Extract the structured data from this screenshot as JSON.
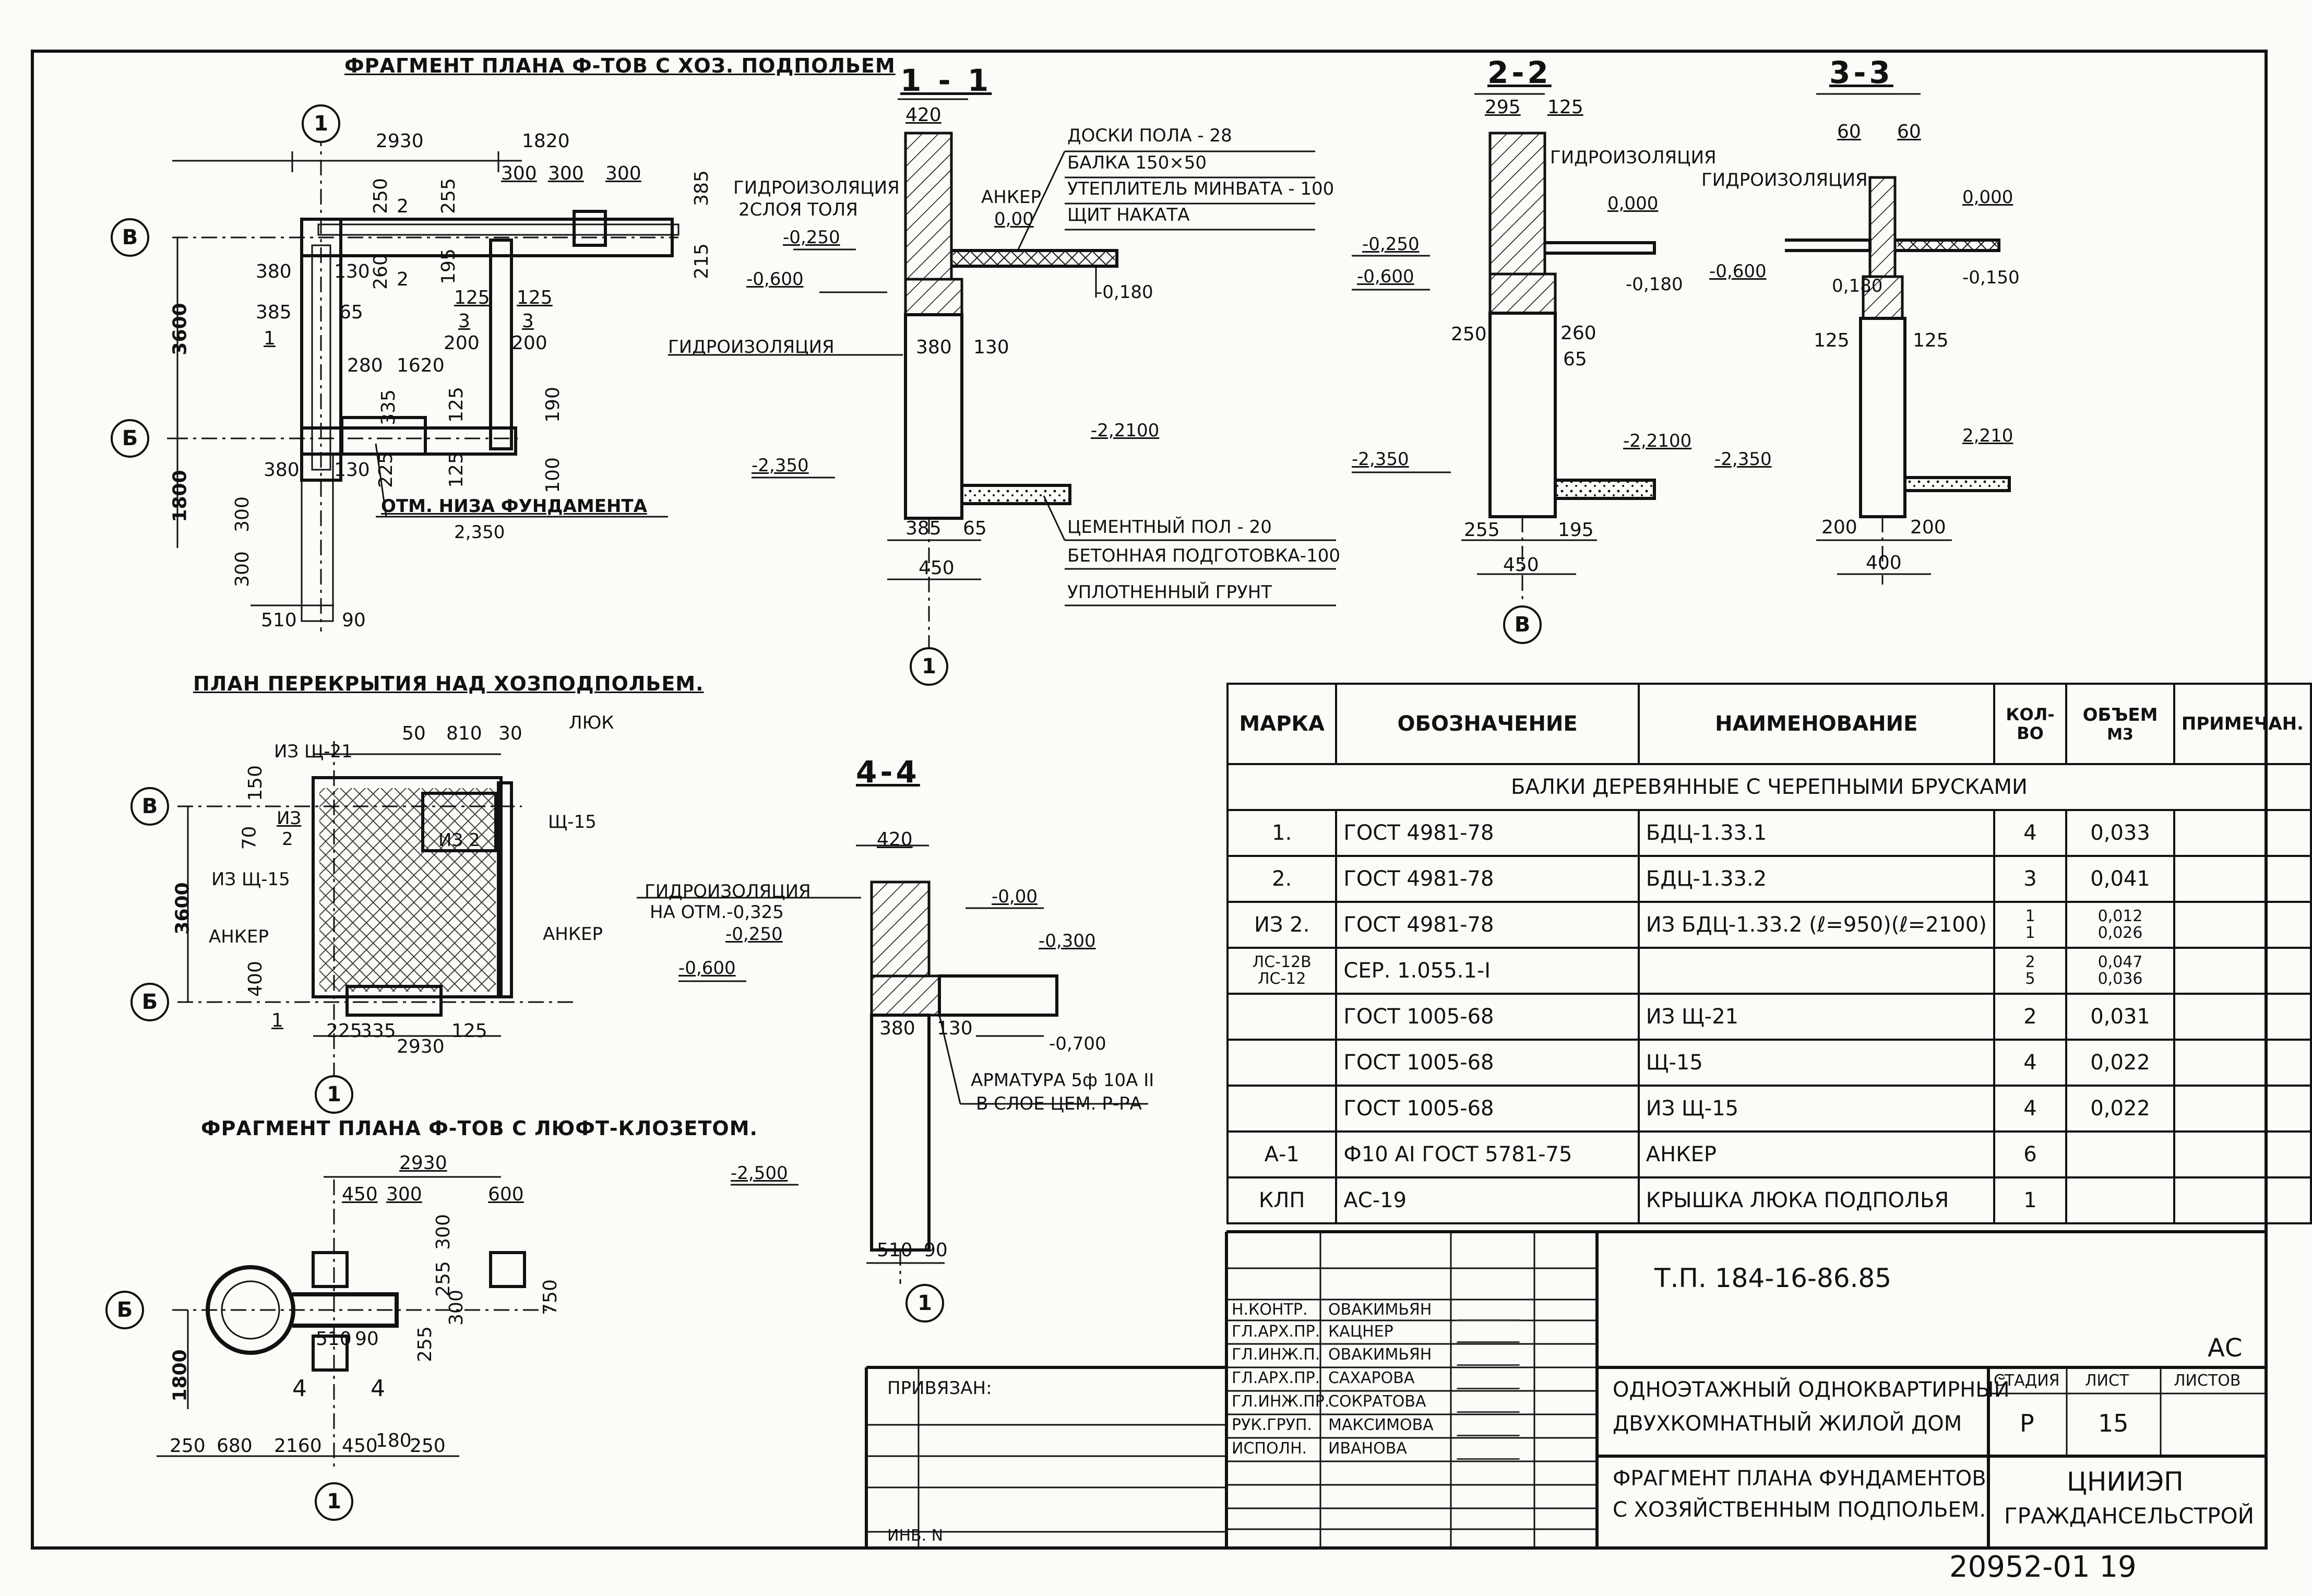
{
  "sheet_number": "20952-01 19",
  "plan1": {
    "title": "ФРАГМЕНТ ПЛАНА Ф-ТОВ С ХОЗ. ПОДПОЛЬЕМ",
    "axis_1": "1",
    "axis_v": "В",
    "axis_b": "Б",
    "dims": [
      "2930",
      "1820",
      "300",
      "300",
      "300",
      "385",
      "215",
      "250",
      "255",
      "260",
      "195",
      "130",
      "380",
      "385",
      "65",
      "1",
      "125",
      "3",
      "200",
      "125",
      "3",
      "200",
      "280",
      "1620",
      "125",
      "190",
      "100",
      "335",
      "130",
      "225",
      "125",
      "380",
      "300",
      "300",
      "510",
      "90",
      "3600",
      "1800",
      "2",
      "2"
    ],
    "note_label": "ОТМ. НИЗА ФУНДАМЕНТА",
    "note_value": "2,350"
  },
  "sec11": {
    "title": "1 - 1",
    "labels": {
      "top_width": "420",
      "floor": "ДОСКИ ПОЛА - 28",
      "beam": "БАЛКА 150×50",
      "insul": "УТЕПЛИТЕЛЬ МИНВАТА - 100",
      "shield": "ЩИТ НАКАТА",
      "waterproof": "ГИДРОИЗОЛЯЦИЯ",
      "waterproof_sub": "2СЛОЯ ТОЛЯ",
      "anchor": "АНКЕР",
      "lvl_000": "0,00",
      "lvl_0250": "-0,250",
      "lvl_0600": "-0,600",
      "lvl_0180": "-0,180",
      "waterproof2": "ГИДРОИЗОЛЯЦИЯ",
      "d380": "380",
      "d130": "130",
      "lvl_22100": "-2,2100",
      "lvl_2350": "-2,350",
      "cement": "ЦЕМЕНТНЫЙ ПОЛ - 20",
      "concrete": "БЕТОННАЯ ПОДГОТОВКА-100",
      "soil": "УПЛОТНЕННЫЙ ГРУНТ",
      "d385": "385",
      "d65": "65",
      "d450": "450",
      "axis": "1"
    }
  },
  "sec22": {
    "title": "2-2",
    "labels": {
      "d295": "295",
      "d125": "125",
      "waterproof": "ГИДРОИЗОЛЯЦИЯ",
      "lvl_000": "0,000",
      "lvl_0250": "-0,250",
      "lvl_0600": "-0,600",
      "lvl_0180": "-0,180",
      "d250": "250",
      "d260": "260",
      "d65": "65",
      "lvl_22100": "-2,2100",
      "lvl_2350": "-2,350",
      "d255": "255",
      "d195": "195",
      "d450": "450",
      "axis": "В"
    }
  },
  "sec33": {
    "title": "3-3",
    "labels": {
      "d60a": "60",
      "d60b": "60",
      "waterproof": "ГИДРОИЗОЛЯЦИЯ",
      "lvl_000": "0,000",
      "lvl_0600": "-0,600",
      "lvl_0180": "0,180",
      "lvl_0150": "-0,150",
      "d125a": "125",
      "d125b": "125",
      "lvl_2350": "-2,350",
      "lvl_2210": "2,210",
      "d200a": "200",
      "d200b": "200",
      "d400": "400"
    }
  },
  "plan2": {
    "title": "ПЛАН ПЕРЕКРЫТИЯ НАД ХОЗПОДПОЛЬЕМ.",
    "labels": {
      "iz21": "ИЗ Щ-21",
      "d50": "50",
      "d810": "810",
      "d30": "30",
      "luk": "ЛЮК",
      "iz3a": "ИЗ",
      "iz3b": "2",
      "iz32": "ИЗ 2",
      "sch15": "Щ-15",
      "iz15": "ИЗ Щ-15",
      "anchor_l": "АНКЕР",
      "anchor_r": "АНКЕР",
      "d150": "150",
      "d70": "70",
      "d400": "400",
      "d3600": "3600",
      "d225": "225",
      "d335": "335",
      "d2930": "2930",
      "d125": "125",
      "one": "1",
      "axis_1": "1",
      "axis_v": "В",
      "axis_b": "Б"
    }
  },
  "sec44": {
    "title": "4-4",
    "labels": {
      "top_width": "420",
      "waterproof": "ГИДРОИЗОЛЯЦИЯ",
      "waterproof_sub": "НА ОТМ.-0,325",
      "lvl_000": "-0,00",
      "lvl_0250": "-0,250",
      "lvl_0300": "-0,300",
      "lvl_0600": "-0,600",
      "lvl_0700": "-0,700",
      "d380": "380",
      "d130": "130",
      "rebar": "АРМАТУРА 5ф 10А II",
      "rebar_sub": "В СЛОЕ ЦЕМ. Р-РА",
      "lvl_2500": "-2,500",
      "d510": "510",
      "d90": "90",
      "axis": "1"
    }
  },
  "plan3": {
    "title": "ФРАГМЕНТ ПЛАНА Ф-ТОВ С ЛЮФТ-КЛОЗЕТОМ.",
    "labels": {
      "d2930": "2930",
      "d450": "450",
      "d300": "300",
      "d600": "600",
      "d300v": "300",
      "d255": "255",
      "d300b": "300",
      "d750": "750",
      "d255b": "255",
      "d510": "510",
      "d90": "90",
      "d1800": "1800",
      "cut4a": "4",
      "cut4b": "4",
      "bottom": [
        "250",
        "680",
        "2160",
        "450",
        "180",
        "250"
      ],
      "axis_b": "Б",
      "axis_1": "1"
    }
  },
  "spec": {
    "headers": {
      "mark": "МАРКА",
      "desig": "ОБОЗНАЧЕНИЕ",
      "name": "НАИМЕНОВАНИЕ",
      "qty": "КОЛ-ВО",
      "vol": "ОБЪЕМ",
      "vol_unit": "М3",
      "note": "ПРИМЕЧАН."
    },
    "group": "БАЛКИ ДЕРЕВЯННЫЕ С ЧЕРЕПНЫМИ БРУСКАМИ",
    "rows": [
      {
        "mark": "1.",
        "desig": "ГОСТ 4981-78",
        "name": "БДЦ-1.33.1",
        "qty": "4",
        "vol": "0,033",
        "note": ""
      },
      {
        "mark": "2.",
        "desig": "ГОСТ 4981-78",
        "name": "БДЦ-1.33.2",
        "qty": "3",
        "vol": "0,041",
        "note": ""
      },
      {
        "mark": "ИЗ 2.",
        "desig": "ГОСТ 4981-78",
        "name": "ИЗ БДЦ-1.33.2 (ℓ=950)(ℓ=2100)",
        "qty": "1\n1",
        "vol": "0,012\n0,026",
        "note": ""
      },
      {
        "mark": "ЛС-12В\nЛС-12",
        "desig": "СЕР. 1.055.1-I",
        "name": "",
        "qty": "2\n5",
        "vol": "0,047\n0,036",
        "note": ""
      },
      {
        "mark": "",
        "desig": "ГОСТ 1005-68",
        "name": "ИЗ Щ-21",
        "qty": "2",
        "vol": "0,031",
        "note": ""
      },
      {
        "mark": "",
        "desig": "ГОСТ 1005-68",
        "name": "Щ-15",
        "qty": "4",
        "vol": "0,022",
        "note": ""
      },
      {
        "mark": "",
        "desig": "ГОСТ 1005-68",
        "name": "ИЗ Щ-15",
        "qty": "4",
        "vol": "0,022",
        "note": ""
      },
      {
        "mark": "А-1",
        "desig": "Ф10 АI ГОСТ 5781-75",
        "name": "АНКЕР",
        "qty": "6",
        "vol": "",
        "note": ""
      },
      {
        "mark": "КЛП",
        "desig": "АС-19",
        "name": "КРЫШКА ЛЮКА ПОДПОЛЬЯ",
        "qty": "1",
        "vol": "",
        "note": ""
      }
    ]
  },
  "titleblock": {
    "code": "Т.П. 184-16-86.85",
    "section": "АС",
    "bind_label": "ПРИВЯЗАН:",
    "inv_label": "ИНВ. N",
    "signers": [
      {
        "role": "Н.КОНТР.",
        "name": "ОВАКИМЬЯН"
      },
      {
        "role": "ГЛ.АРХ.ПР.",
        "name": "КАЦНЕР"
      },
      {
        "role": "ГЛ.ИНЖ.П.",
        "name": "ОВАКИМЬЯН"
      },
      {
        "role": "ГЛ.АРХ.ПР.",
        "name": "САХАРОВА"
      },
      {
        "role": "ГЛ.ИНЖ.ПР.",
        "name": "СОКРАТОВА"
      },
      {
        "role": "РУК.ГРУП.",
        "name": "МАКСИМОВА"
      },
      {
        "role": "ИСПОЛН.",
        "name": "ИВАНОВА"
      }
    ],
    "project_1": "ОДНОЭТАЖНЫЙ ОДНОКВАРТИРНЫЙ",
    "project_2": "ДВУХКОМНАТНЫЙ ЖИЛОЙ ДОМ",
    "drawing_1": "ФРАГМЕНТ ПЛАНА ФУНДАМЕНТОВ",
    "drawing_2": "С ХОЗЯЙСТВЕННЫМ ПОДПОЛЬЕМ.",
    "stage_label": "СТАДИЯ",
    "sheet_label": "ЛИСТ",
    "sheets_label": "ЛИСТОВ",
    "stage": "Р",
    "sheet": "15",
    "org_1": "ЦНИИЭП",
    "org_2": "ГРАЖДАНСЕЛЬСТРОЙ"
  }
}
